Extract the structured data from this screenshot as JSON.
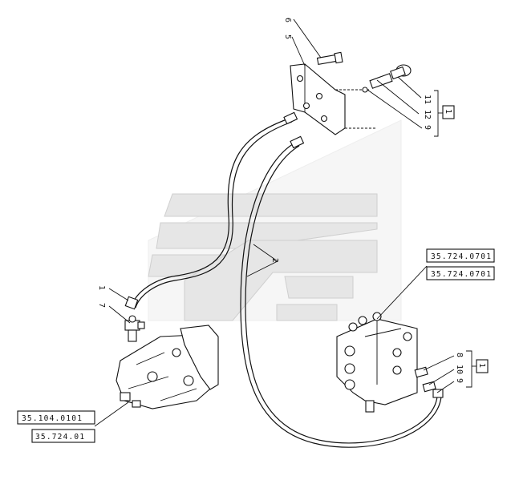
{
  "callouts": {
    "c6": "6",
    "c5": "5",
    "c11a": "11",
    "c12a": "12",
    "c9a": "9",
    "c1a": "1",
    "c2": "2",
    "c1b": "1",
    "c7": "7",
    "c8": "8",
    "c10": "10",
    "c9b": "9",
    "c1c": "1"
  },
  "references": {
    "r1": "35.724.0701",
    "r2": "35.724.0701",
    "r3": "35.104.0101",
    "r4": "35.724.01"
  }
}
